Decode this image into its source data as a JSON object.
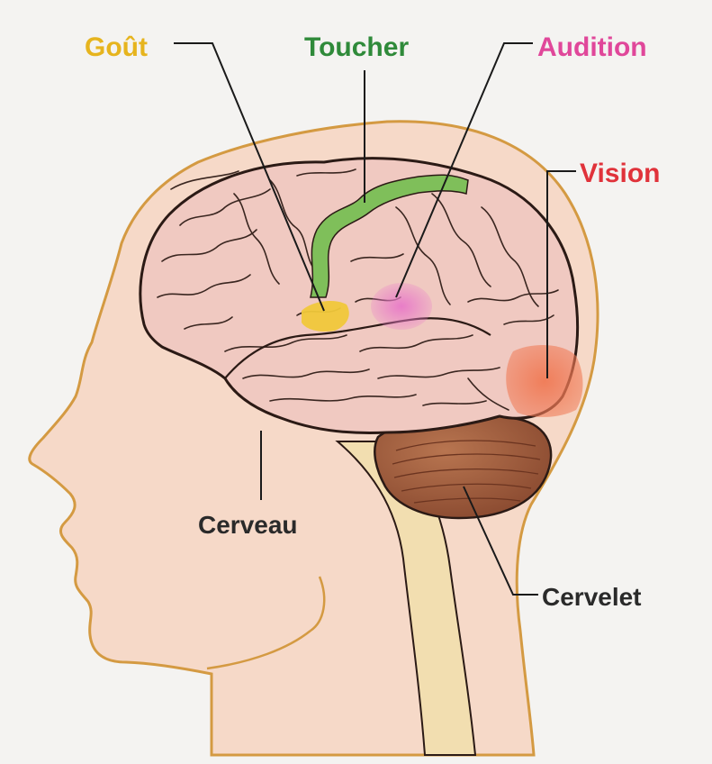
{
  "labels": {
    "taste": "Goût",
    "touch": "Toucher",
    "hearing": "Audition",
    "vision": "Vision",
    "cerebrum": "Cerveau",
    "cerebellum": "Cervelet"
  },
  "colors": {
    "background": "#f4f3f1",
    "skin": "#f6d9c8",
    "skin_outline": "#d49a42",
    "brain": "#f0c9c1",
    "brain_outline": "#2b1a15",
    "cerebellum": "#9a5a3a",
    "spinal_cord": "#f2deb0",
    "taste": "#f0c83a",
    "touch": "#7fbf5a",
    "hearing": "#e879c8",
    "vision": "#f07a55",
    "label_taste": "#e6b41e",
    "label_touch": "#2f8a3a",
    "label_hearing": "#e0479a",
    "label_vision": "#e0323a",
    "label_dark": "#2a2a2a",
    "leader": "#1a1a1a"
  }
}
